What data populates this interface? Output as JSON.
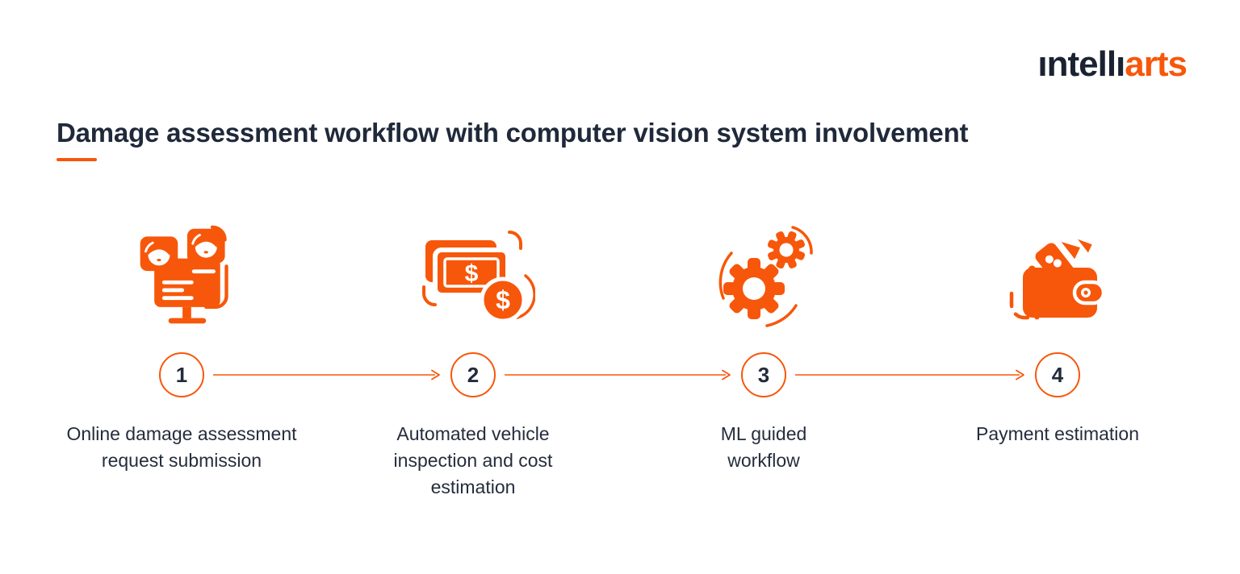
{
  "logo": {
    "prefix": "ıntellı",
    "suffix": "arts"
  },
  "header": {
    "title": "Damage assessment workflow with computer vision system involvement"
  },
  "colors": {
    "accent": "#F7570A",
    "dark_navy": "#222B3B",
    "background": "#FFFFFF"
  },
  "steps": [
    {
      "number": "1",
      "label": "Online damage assessment request submission",
      "icon": "monitor-users-icon"
    },
    {
      "number": "2",
      "label": "Automated vehicle inspection and cost estimation",
      "icon": "banknote-coin-icon"
    },
    {
      "number": "3",
      "label": "ML guided workflow",
      "icon": "gears-icon"
    },
    {
      "number": "4",
      "label": "Payment estimation",
      "icon": "wallet-icon"
    }
  ],
  "glyphs": {
    "currency_symbol": "$"
  }
}
